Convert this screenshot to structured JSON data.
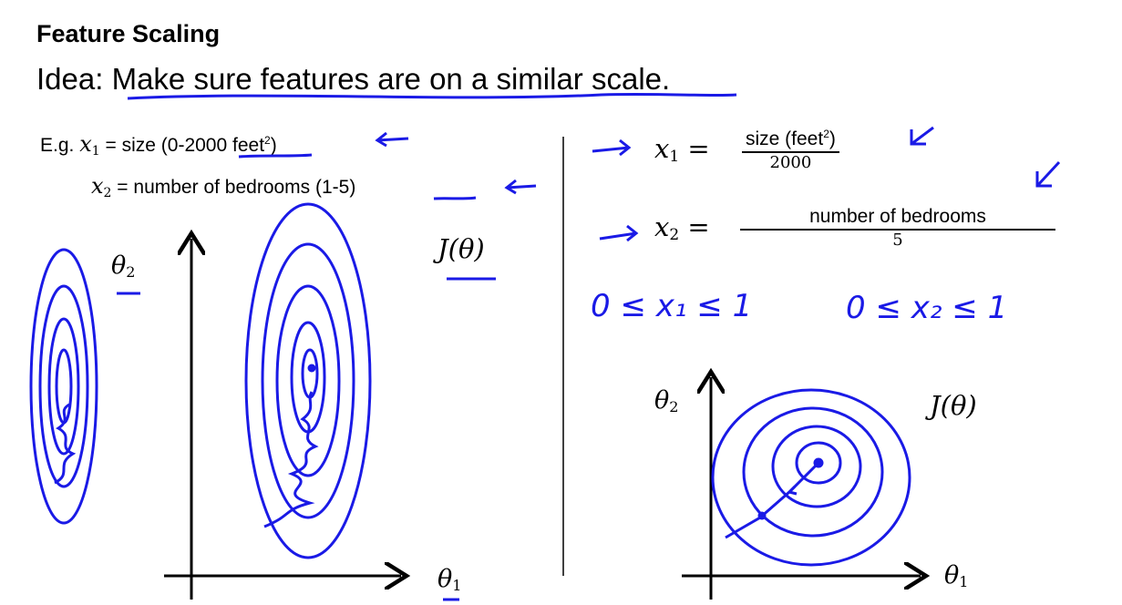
{
  "slide": {
    "title": "Feature Scaling",
    "idea_prefix": "Idea: ",
    "idea_text": "Make sure features are on a similar scale",
    "idea_suffix": "."
  },
  "example": {
    "eg_label": "E.g.",
    "x1_var": "x",
    "x1_sub": "1",
    "x1_text_a": " = size (",
    "x1_range": "0-2000",
    "x1_text_b": " feet",
    "x1_exp": "2",
    "x1_text_c": ")",
    "x2_var": "x",
    "x2_sub": "2",
    "x2_text_a": " = number of bedrooms (",
    "x2_range": "1-5",
    "x2_text_b": ")"
  },
  "left_plot": {
    "y_axis_label": "θ",
    "y_axis_sub": "2",
    "x_axis_label": "θ",
    "x_axis_sub": "1",
    "cost_label": "J(θ)"
  },
  "scaled": {
    "x1_lhs": "x",
    "x1_lhs_sub": "1",
    "x1_eq": "=",
    "x1_num_a": "size (feet",
    "x1_num_exp": "2",
    "x1_num_b": ")",
    "x1_den": "2000",
    "x2_lhs": "x",
    "x2_lhs_sub": "2",
    "x2_eq": "=",
    "x2_num": "number of bedrooms",
    "x2_den": "5",
    "ineq1": "0 ≤ x₁ ≤ 1",
    "ineq2": "0 ≤ x₂ ≤ 1"
  },
  "right_plot": {
    "y_axis_label": "θ",
    "y_axis_sub": "2",
    "x_axis_label": "θ",
    "x_axis_sub": "1",
    "cost_label": "J(θ)"
  },
  "colors": {
    "ink": "#1a1ae6",
    "text": "#000000"
  },
  "icons": [
    "left-arrow-icon",
    "right-arrow-icon",
    "down-left-arrow-icon"
  ]
}
